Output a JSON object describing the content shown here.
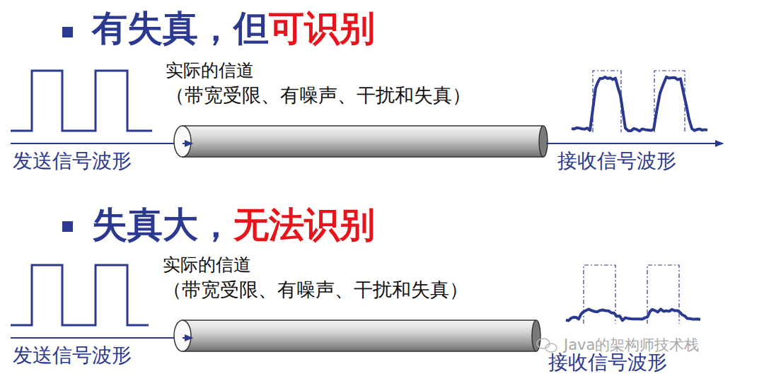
{
  "diagram": {
    "nodes": [
      {
        "text": [
          "实际的信道",
          "（带宽受限、有噪声、干扰和失真）"
        ]
      },
      {
        "text": [
          "实际的信道",
          "（带宽受限、有噪声、干扰和失真）"
        ]
      }
    ],
    "labels": [
      "有失真，但",
      "可识别",
      "发送信号波形",
      "接收信号波形",
      "失真大，",
      "无法识别",
      "发送信号波形",
      "接收信号波形",
      "Java的架构师技术栈"
    ]
  }
}
